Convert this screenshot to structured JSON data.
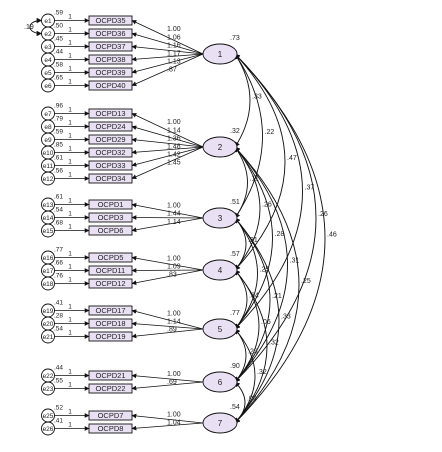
{
  "factors": [
    {
      "label": "1",
      "variance": ".73",
      "items": [
        {
          "name": "OCPD35",
          "error": "e1",
          "err_var": ".59",
          "err_load": "1",
          "loading": "1.00"
        },
        {
          "name": "OCPD36",
          "error": "e2",
          "err_var": ".50",
          "err_load": "1",
          "loading": "1.06"
        },
        {
          "name": "OCPD37",
          "error": "e3",
          "err_var": ".45",
          "err_load": "1",
          "loading": "1.16"
        },
        {
          "name": "OCPD38",
          "error": "e4",
          "err_var": ".44",
          "err_load": "1",
          "loading": "1.17"
        },
        {
          "name": "OCPD39",
          "error": "e5",
          "err_var": ".58",
          "err_load": "1",
          "loading": "1.13"
        },
        {
          "name": "OCPD40",
          "error": "e6",
          "err_var": ".65",
          "err_load": "1",
          "loading": ".87"
        }
      ]
    },
    {
      "label": "2",
      "variance": ".32",
      "items": [
        {
          "name": "OCPD13",
          "error": "e7",
          "err_var": ".96",
          "err_load": "1",
          "loading": "1.00"
        },
        {
          "name": "OCPD24",
          "error": "e8",
          "err_var": ".79",
          "err_load": "1",
          "loading": "1.14"
        },
        {
          "name": "OCPD29",
          "error": "e9",
          "err_var": ".59",
          "err_load": "1",
          "loading": "1.36"
        },
        {
          "name": "OCPD32",
          "error": "e10",
          "err_var": ".85",
          "err_load": "1",
          "loading": "1.48"
        },
        {
          "name": "OCPD33",
          "error": "e11",
          "err_var": ".61",
          "err_load": "1",
          "loading": "1.42"
        },
        {
          "name": "OCPD34",
          "error": "e12",
          "err_var": ".56",
          "err_load": "1",
          "loading": "1.45"
        }
      ]
    },
    {
      "label": "3",
      "variance": ".51",
      "items": [
        {
          "name": "OCPD1",
          "error": "e13",
          "err_var": ".61",
          "err_load": "1",
          "loading": "1.00"
        },
        {
          "name": "OCPD3",
          "error": "e14",
          "err_var": ".54",
          "err_load": "1",
          "loading": "1.44"
        },
        {
          "name": "OCPD6",
          "error": "e15",
          "err_var": ".68",
          "err_load": "1",
          "loading": "1.14"
        }
      ]
    },
    {
      "label": "4",
      "variance": ".57",
      "items": [
        {
          "name": "OCPD5",
          "error": "e16",
          "err_var": ".77",
          "err_load": "1",
          "loading": "1.00"
        },
        {
          "name": "OCPD11",
          "error": "e17",
          "err_var": ".66",
          "err_load": "1",
          "loading": "1.09"
        },
        {
          "name": "OCPD12",
          "error": "e18",
          "err_var": ".76",
          "err_load": "1",
          "loading": ".83"
        }
      ]
    },
    {
      "label": "5",
      "variance": ".77",
      "items": [
        {
          "name": "OCPD17",
          "error": "e19",
          "err_var": ".41",
          "err_load": "1",
          "loading": "1.00"
        },
        {
          "name": "OCPD18",
          "error": "e20",
          "err_var": ".28",
          "err_load": "1",
          "loading": "1.14"
        },
        {
          "name": "OCPD19",
          "error": "e21",
          "err_var": ".54",
          "err_load": "1",
          "loading": ".89"
        }
      ]
    },
    {
      "label": "6",
      "variance": ".90",
      "items": [
        {
          "name": "OCPD21",
          "error": "e22",
          "err_var": ".44",
          "err_load": "1",
          "loading": "1.00"
        },
        {
          "name": "OCPD22",
          "error": "e23",
          "err_var": ".55",
          "err_load": "1",
          "loading": ".69"
        }
      ]
    },
    {
      "label": "7",
      "variance": ".54",
      "items": [
        {
          "name": "OCPD7",
          "error": "e25",
          "err_var": ".52",
          "err_load": "1",
          "loading": "1.00"
        },
        {
          "name": "OCPD8",
          "error": "e26",
          "err_var": ".41",
          "err_load": "1",
          "loading": "1.04"
        }
      ]
    }
  ],
  "error_covariance": {
    "from": "e1",
    "to": "e2",
    "value": ".19"
  },
  "covariances": [
    {
      "from": "1",
      "to": "2",
      "value": ".33"
    },
    {
      "from": "1",
      "to": "3",
      "value": ".22"
    },
    {
      "from": "1",
      "to": "4",
      "value": ".47"
    },
    {
      "from": "1",
      "to": "5",
      "value": ".37"
    },
    {
      "from": "1",
      "to": "6",
      "value": ".26"
    },
    {
      "from": "1",
      "to": "7",
      "value": ".46"
    },
    {
      "from": "2",
      "to": "3",
      "value": ".11"
    },
    {
      "from": "2",
      "to": "4",
      "value": ".26"
    },
    {
      "from": "2",
      "to": "5",
      "value": ".28"
    },
    {
      "from": "2",
      "to": "6",
      "value": ".31"
    },
    {
      "from": "2",
      "to": "7",
      "value": ".25"
    },
    {
      "from": "3",
      "to": "4",
      "value": ".31"
    },
    {
      "from": "3",
      "to": "5",
      "value": ".25"
    },
    {
      "from": "3",
      "to": "6",
      "value": ".21"
    },
    {
      "from": "3",
      "to": "7",
      "value": ".33"
    },
    {
      "from": "4",
      "to": "5",
      "value": ".34"
    },
    {
      "from": "4",
      "to": "6",
      "value": ".06"
    },
    {
      "from": "4",
      "to": "7",
      "value": ".32"
    },
    {
      "from": "5",
      "to": "6",
      "value": ".23"
    },
    {
      "from": "5",
      "to": "7",
      "value": ".32"
    },
    {
      "from": "6",
      "to": "7",
      "value": ".09"
    }
  ],
  "colors": {
    "latent_fill": "#e9e1f3",
    "item_fill": "#e9e1f3",
    "stroke": "#111111",
    "text": "#222222"
  }
}
